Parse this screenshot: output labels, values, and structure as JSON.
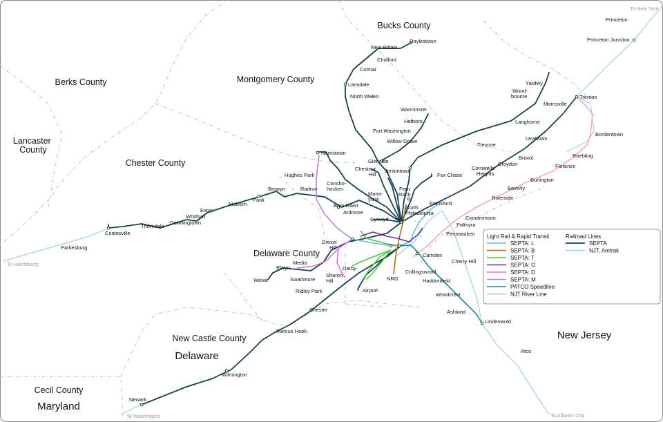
{
  "regions": {
    "counties": [
      {
        "id": "bucks",
        "label": "Bucks County"
      },
      {
        "id": "montgomery",
        "label": "Montgomery County"
      },
      {
        "id": "berks",
        "label": "Berks County"
      },
      {
        "id": "lancaster",
        "label": "Lancaster County"
      },
      {
        "id": "chester",
        "label": "Chester County"
      },
      {
        "id": "delaware",
        "label": "Delaware County"
      },
      {
        "id": "newcastle",
        "label": "New Castle County"
      },
      {
        "id": "cecil",
        "label": "Cecil County"
      }
    ],
    "states": [
      {
        "id": "delaware-state",
        "label": "Delaware"
      },
      {
        "id": "maryland",
        "label": "Maryland"
      },
      {
        "id": "newjersey",
        "label": "New Jersey"
      }
    ]
  },
  "external_labels": {
    "to_new_york": "To New York",
    "to_harrisburg": "To Harrisburg",
    "to_washington": "To Washington",
    "to_atlantic_city": "To Atlantic City"
  },
  "stations": {
    "doylestown": "Doylestown",
    "new_britain": "New Britain",
    "chalfont": "Chalfont",
    "colmar": "Colmar",
    "lansdale": "Lansdale",
    "north_wales": "North Wales",
    "warminster": "Warminster",
    "hatboro": "Hatboro",
    "fort_washington": "Fort Washington",
    "willow_grove": "Willow Grove",
    "glenside": "Glenside",
    "jenkintown": "Jenkintown",
    "norristown": "Norristown",
    "chestnut_hill": "Chestnut Hill",
    "hughes_park": "Hughes Park",
    "conshohocken": "Conshohocken",
    "manayunk": "Manayunk",
    "fern_rock": "Fern Rock",
    "fox_chase": "Fox Chase",
    "radnor": "Radnor",
    "berwyn": "Berwyn",
    "paoli": "Paoli",
    "malvern": "Malvern",
    "exton": "Exton",
    "whitford": "Whitford",
    "downingtown": "Downingtown",
    "thorndale": "Thorndale",
    "coatesville": "Coatesville",
    "parkesburg": "Parkesburg",
    "bryn_mawr": "Bryn Mawr",
    "ardmore": "Ardmore",
    "cynwyd": "Cynwyd",
    "north_philadelphia": "North Philadelphia",
    "frankford": "Frankford",
    "drexel_hill": "Drexel Hill",
    "media": "Media",
    "elwyn": "Elwyn",
    "wawa": "Wawa",
    "swartmore": "Swartmore",
    "sharon_hill": "Sharon Hill",
    "darby": "Darby",
    "airport": "Airport",
    "ridley_park": "Ridley Park",
    "nrg": "NRG",
    "camden": "Camden",
    "collingswood": "Collingswood",
    "haddonfield": "Haddonfield",
    "woodcrest": "Woodcrest",
    "ashland": "Ashland",
    "lindenwold": "Lindenwold",
    "atco": "Atco",
    "cherry_hill": "Cherry Hill",
    "pennsauken": "Pennsauken",
    "palmyra": "Palmyra",
    "cinnaminson": "Cinnaminson",
    "riverside": "Riverside",
    "beverly": "Beverly",
    "burlington": "Burlington",
    "florence": "Florence",
    "roebling": "Roebling",
    "bordentown": "Bordentown",
    "trenton": "Trenton",
    "morrisville": "Morrisville",
    "levittown": "Levittown",
    "bristol": "Bristol",
    "croydon": "Croydon",
    "cornwells_heights": "Cornwells Heights",
    "trevose": "Trevose",
    "langhorne": "Langhorne",
    "woodbourne": "Woodbourne",
    "yardley": "Yardley",
    "princeton": "Princeton",
    "princeton_junction": "Princeton Junction",
    "chester": "Chester",
    "marcus_hook": "Marcus Hook",
    "wilmington": "Wilmington",
    "newark": "Newark"
  },
  "legend": {
    "light_rail_title": "Light Rail & Rapid Transit",
    "railroad_title": "Railroad Lines",
    "transit_items": [
      {
        "label": "SEPTA: L",
        "color": "#6fb5e9"
      },
      {
        "label": "SEPTA: B",
        "color": "#b8651b"
      },
      {
        "label": "SEPTA: T",
        "color": "#46c63a"
      },
      {
        "label": "SEPTA: G",
        "color": "#6a2fa0"
      },
      {
        "label": "SEPTA: D",
        "color": "#e06cd6"
      },
      {
        "label": "SEPTA: M",
        "color": "#b47be0"
      },
      {
        "label": "PATCO Speedline",
        "color": "#17898f"
      },
      {
        "label": "NJT River Line",
        "color": "#f2a7c4"
      }
    ],
    "rail_items": [
      {
        "label": "SEPTA",
        "color": "#16404f"
      },
      {
        "label": "NJT, Amtrak",
        "color": "#9fd0ef"
      }
    ]
  }
}
